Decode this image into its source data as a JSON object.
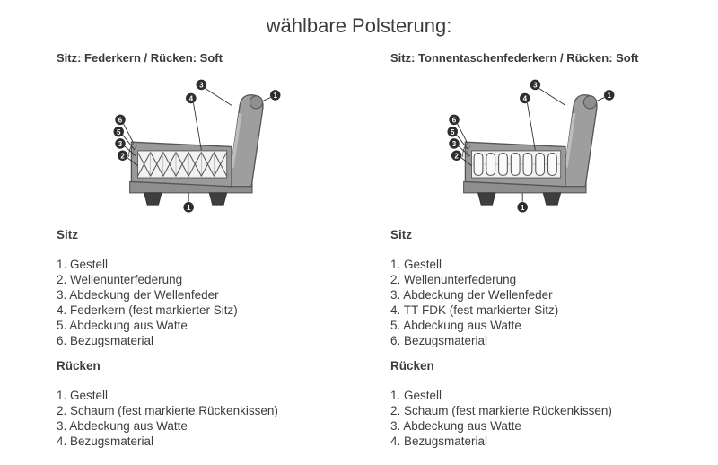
{
  "page": {
    "title": "wählbare Polsterung:"
  },
  "left": {
    "heading": "Sitz: Federkern / Rücken: Soft",
    "sitz_label": "Sitz",
    "sitz_items": [
      "1. Gestell",
      "2. Wellenunterfederung",
      "3. Abdeckung der Wellenfeder",
      "4. Federkern (fest markierter Sitz)",
      "5. Abdeckung aus Watte",
      "6. Bezugsmaterial"
    ],
    "ruecken_label": "Rücken",
    "ruecken_items": [
      "1. Gestell",
      "2. Schaum (fest markierte Rückenkissen)",
      "3. Abdeckung aus Watte",
      "4. Bezugsmaterial"
    ],
    "callouts": {
      "c1": "3",
      "c2": "4",
      "c3": "1",
      "c4": "6",
      "c5": "5",
      "c6": "3",
      "c7": "2",
      "c8": "1"
    },
    "spring_type": "Federkern"
  },
  "right": {
    "heading": "Sitz: Tonnentaschenfederkern / Rücken: Soft",
    "sitz_label": "Sitz",
    "sitz_items": [
      "1. Gestell",
      "2. Wellenunterfederung",
      "3. Abdeckung der Wellenfeder",
      "4. TT-FDK (fest markierter Sitz)",
      "5. Abdeckung aus Watte",
      "6. Bezugsmaterial"
    ],
    "ruecken_label": "Rücken",
    "ruecken_items": [
      "1. Gestell",
      "2. Schaum (fest markierte Rückenkissen)",
      "3. Abdeckung aus Watte",
      "4. Bezugsmaterial"
    ],
    "callouts": {
      "c1": "3",
      "c2": "4",
      "c3": "1",
      "c4": "6",
      "c5": "5",
      "c6": "3",
      "c7": "2",
      "c8": "1"
    },
    "spring_type": "Tonnentaschenfederkern"
  },
  "colors": {
    "text": "#3d3d3d",
    "sofa_gray": "#9a9a9a",
    "callout": "#2d2d2d"
  }
}
